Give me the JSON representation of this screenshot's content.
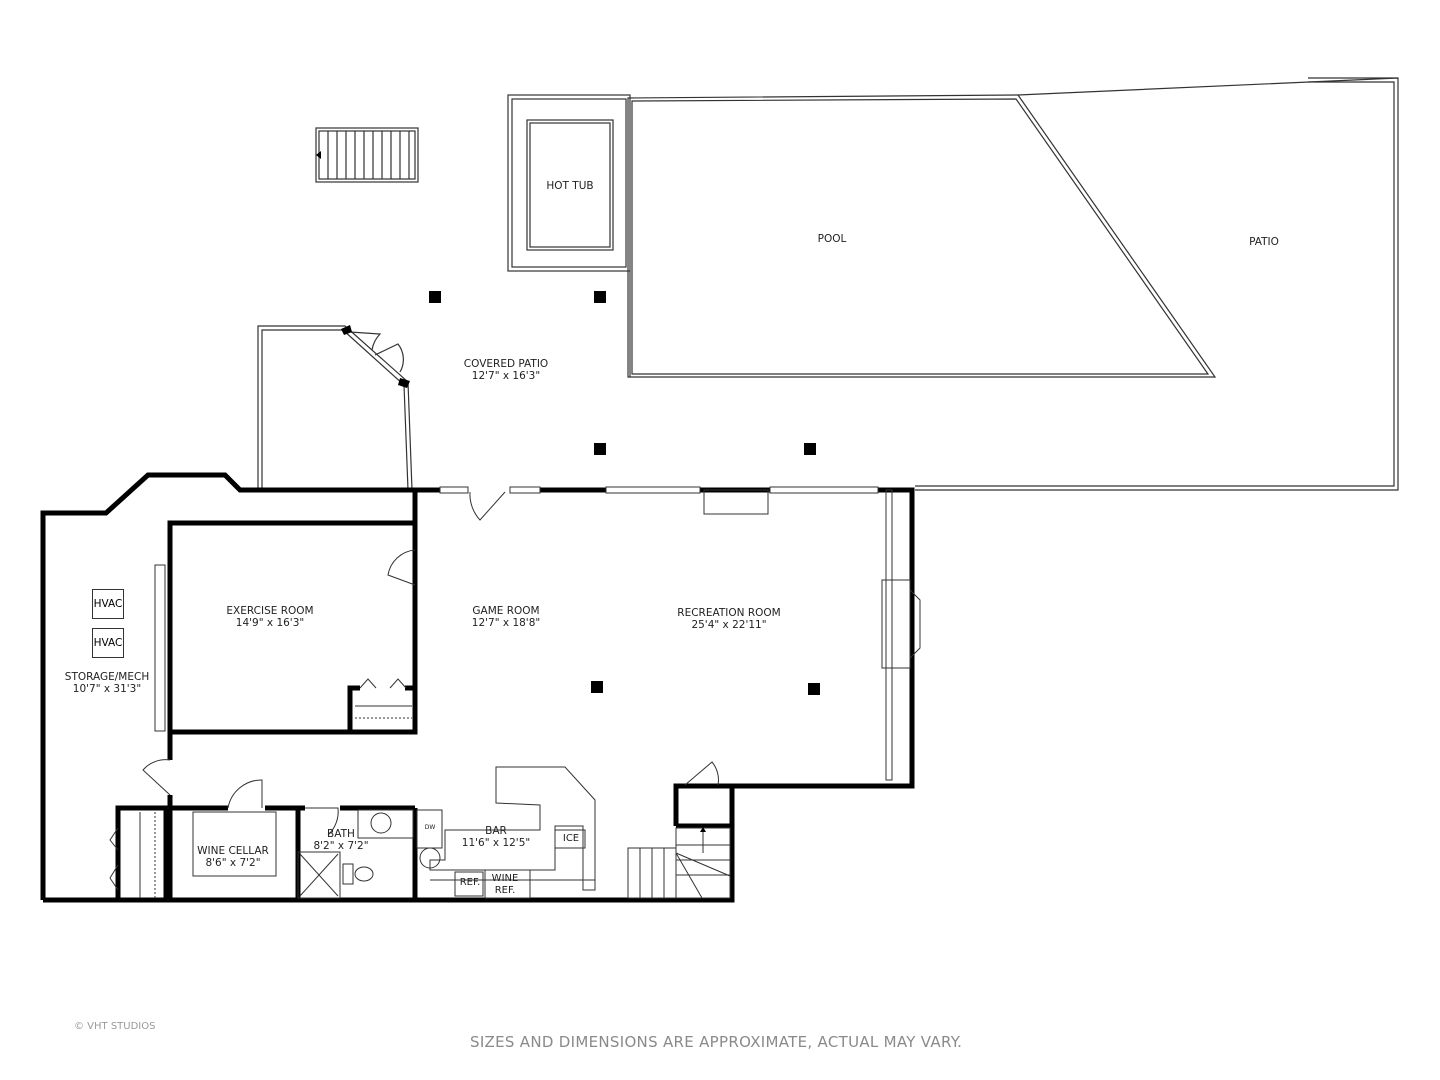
{
  "floorplan": {
    "rooms": [
      {
        "id": "hot-tub",
        "name": "HOT TUB",
        "dims": ""
      },
      {
        "id": "pool",
        "name": "POOL",
        "dims": ""
      },
      {
        "id": "patio",
        "name": "PATIO",
        "dims": ""
      },
      {
        "id": "covered-patio",
        "name": "COVERED PATIO",
        "dims": "12'7\" x 16'3\""
      },
      {
        "id": "exercise-room",
        "name": "EXERCISE ROOM",
        "dims": "14'9\" x 16'3\""
      },
      {
        "id": "storage-mech",
        "name": "STORAGE/MECH",
        "dims": "10'7\" x 31'3\""
      },
      {
        "id": "game-room",
        "name": "GAME ROOM",
        "dims": "12'7\" x 18'8\""
      },
      {
        "id": "recreation-room",
        "name": "RECREATION ROOM",
        "dims": "25'4\" x 22'11\""
      },
      {
        "id": "wine-cellar",
        "name": "WINE CELLAR",
        "dims": "8'6\" x 7'2\""
      },
      {
        "id": "bath",
        "name": "BATH",
        "dims": "8'2\" x 7'2\""
      },
      {
        "id": "bar",
        "name": "BAR",
        "dims": "11'6\" x 12'5\""
      }
    ],
    "fixtures": {
      "hvac1": "HVAC",
      "hvac2": "HVAC",
      "ice": "ICE",
      "ref": "REF.",
      "wine_ref_line1": "WINE",
      "wine_ref_line2": "REF.",
      "dw": "DW"
    }
  },
  "footer": {
    "copyright": "© VHT STUDIOS",
    "disclaimer": "SIZES AND DIMENSIONS ARE APPROXIMATE, ACTUAL MAY VARY."
  }
}
